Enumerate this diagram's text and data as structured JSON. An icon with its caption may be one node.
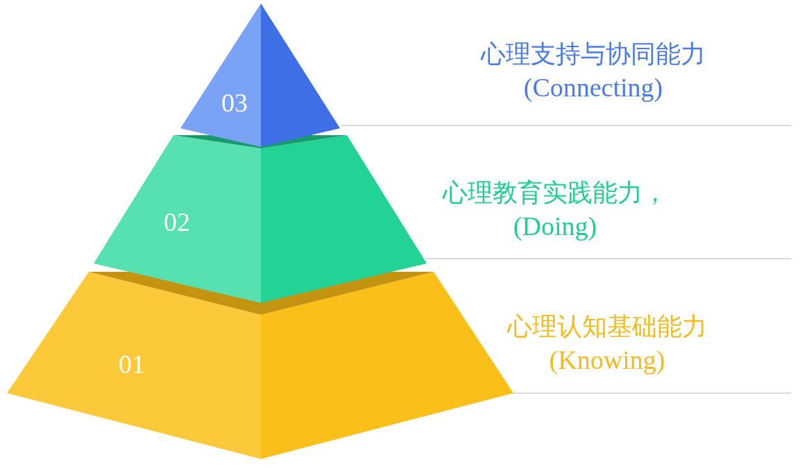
{
  "diagram": {
    "nodes": [
      {
        "text": [
          "03"
        ],
        "beside": [
          "心理支持与协同能力",
          "(Connecting)"
        ]
      },
      {
        "text": [
          "02"
        ],
        "beside": [
          "心理教育实践能力，",
          "(Doing)"
        ]
      },
      {
        "text": [
          "01"
        ],
        "beside": [
          "心理认知基础能力",
          "(Knowing)"
        ]
      }
    ]
  }
}
